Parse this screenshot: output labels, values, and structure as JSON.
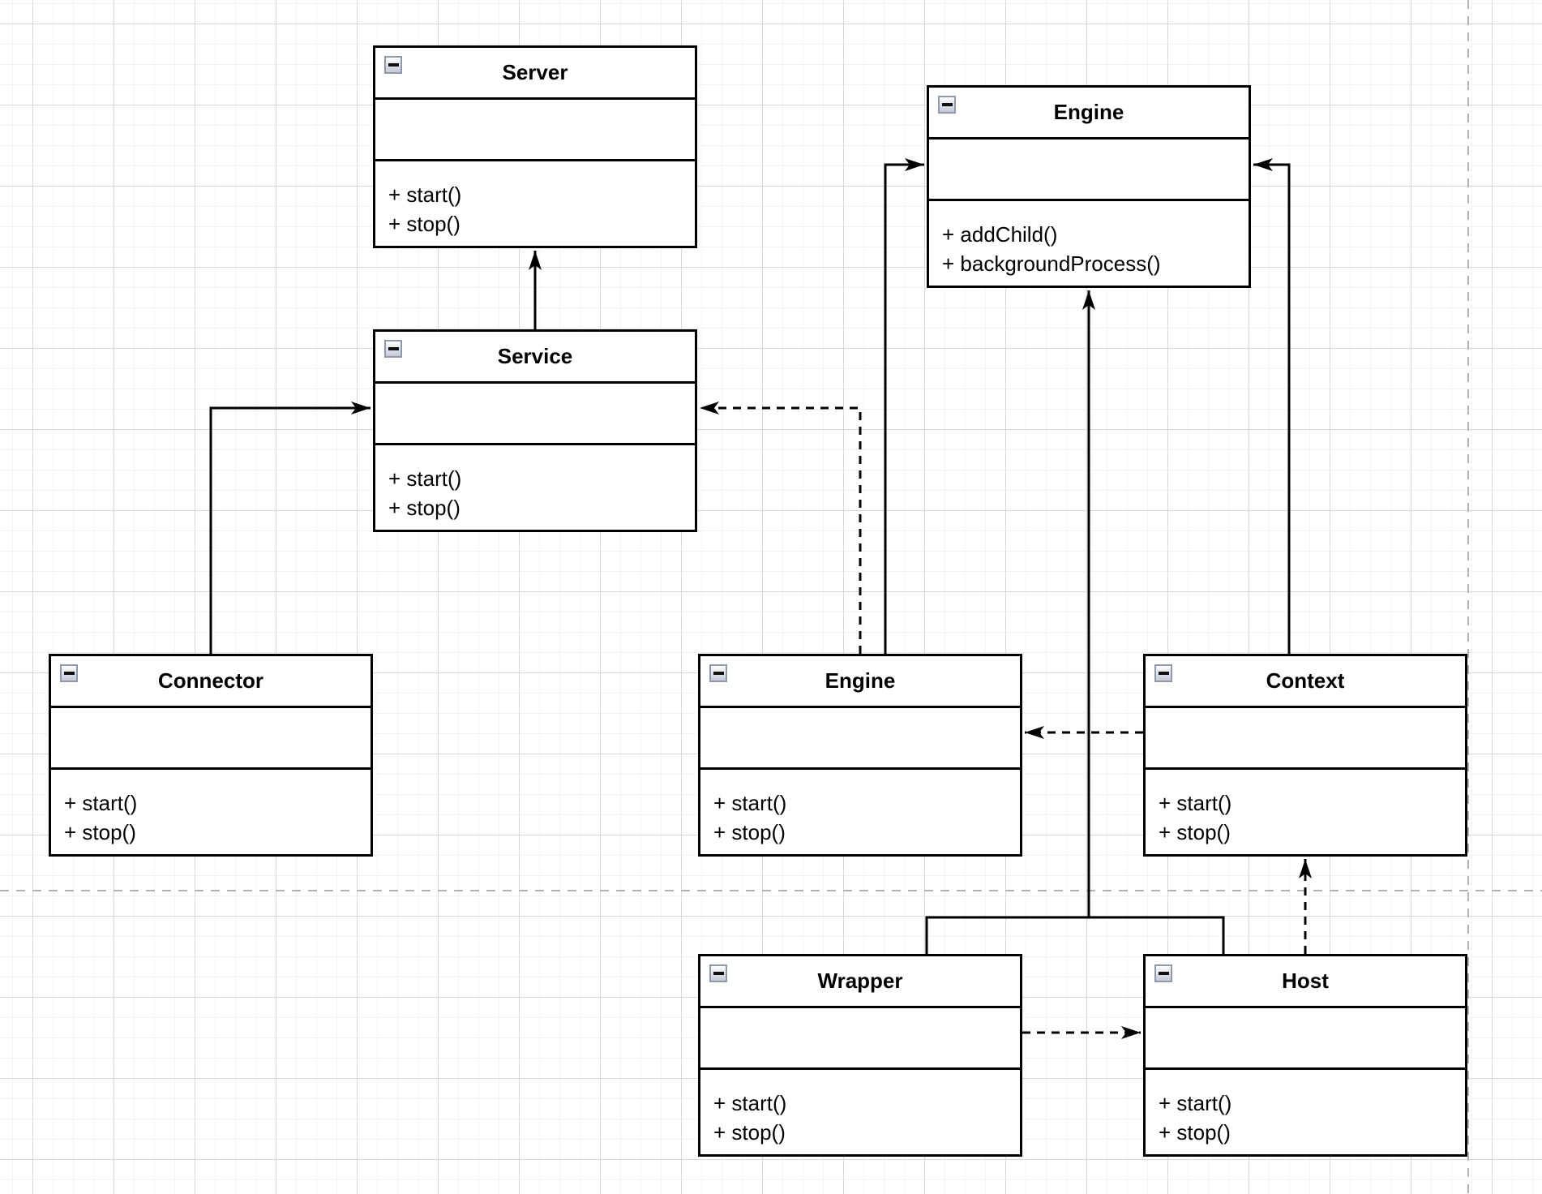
{
  "diagram": {
    "type": "uml-class-diagram",
    "background": "#ffffff",
    "grid_minor_color": "#f3f3f3",
    "grid_major_color": "#d8d8d8",
    "page_break_color": "#b3b3b3",
    "stroke_color": "#000000"
  },
  "icons": {
    "collapse": "minus-icon"
  },
  "classes": {
    "server": {
      "name": "Server",
      "attributes": [],
      "methods": [
        "+ start()",
        "+ stop()"
      ]
    },
    "engine_top": {
      "name": "Engine",
      "attributes": [],
      "methods": [
        "+ addChild()",
        "+ backgroundProcess()"
      ]
    },
    "service": {
      "name": "Service",
      "attributes": [],
      "methods": [
        "+ start()",
        "+ stop()"
      ]
    },
    "connector": {
      "name": "Connector",
      "attributes": [],
      "methods": [
        "+ start()",
        "+ stop()"
      ]
    },
    "engine_mid": {
      "name": "Engine",
      "attributes": [],
      "methods": [
        "+ start()",
        "+ stop()"
      ]
    },
    "context": {
      "name": "Context",
      "attributes": [],
      "methods": [
        "+ start()",
        "+ stop()"
      ]
    },
    "wrapper": {
      "name": "Wrapper",
      "attributes": [],
      "methods": [
        "+ start()",
        "+ stop()"
      ]
    },
    "host": {
      "name": "Host",
      "attributes": [],
      "methods": [
        "+ start()",
        "+ stop()"
      ]
    }
  },
  "edges": [
    {
      "from": "service",
      "to": "server",
      "style": "solid",
      "arrow": "filled"
    },
    {
      "from": "connector",
      "to": "service",
      "style": "solid",
      "arrow": "filled"
    },
    {
      "from": "engine_mid",
      "to": "engine_top",
      "style": "solid",
      "arrow": "filled"
    },
    {
      "from": "context",
      "to": "engine_top",
      "style": "solid",
      "arrow": "filled"
    },
    {
      "from": "wrapper+host",
      "to": "engine_top",
      "style": "solid",
      "arrow": "filled"
    },
    {
      "from": "engine_mid",
      "to": "service",
      "style": "dashed",
      "arrow": "filled"
    },
    {
      "from": "context",
      "to": "engine_mid",
      "style": "dashed",
      "arrow": "filled"
    },
    {
      "from": "wrapper",
      "to": "host",
      "style": "dashed",
      "arrow": "filled"
    },
    {
      "from": "host",
      "to": "context",
      "style": "dashed",
      "arrow": "filled"
    }
  ]
}
